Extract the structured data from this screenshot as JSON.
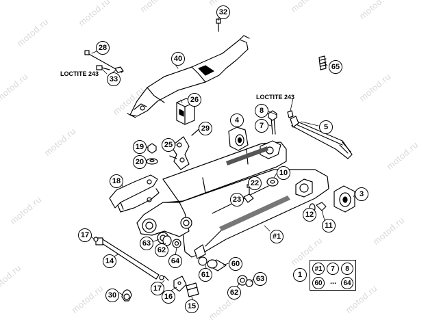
{
  "watermark": "motod.ru",
  "loctite": {
    "left": "LOCTITE 243",
    "right": "LOCTITE 243"
  },
  "callouts": {
    "c32": "32",
    "c28": "28",
    "c40": "40",
    "c33": "33",
    "c65": "65",
    "c26": "26",
    "c8": "8",
    "c4": "4",
    "c7": "7",
    "c29": "29",
    "c5": "5",
    "c19": "19",
    "c25": "25",
    "c20": "20",
    "c10": "10",
    "c18": "18",
    "c22": "22",
    "c3": "3",
    "c23": "23",
    "c12": "12",
    "c11": "11",
    "c1hash": "#1",
    "c17a": "17",
    "c63a": "63",
    "c62a": "62",
    "c14": "14",
    "c64": "64",
    "c60": "60",
    "c61": "61",
    "c16": "16",
    "c17b": "17",
    "c63b": "63",
    "c30": "30",
    "c62b": "62",
    "c15": "15",
    "c1": "1"
  },
  "legend": {
    "items": [
      "#1",
      "7",
      "8",
      "60",
      "64"
    ],
    "ellipsis": "..."
  }
}
